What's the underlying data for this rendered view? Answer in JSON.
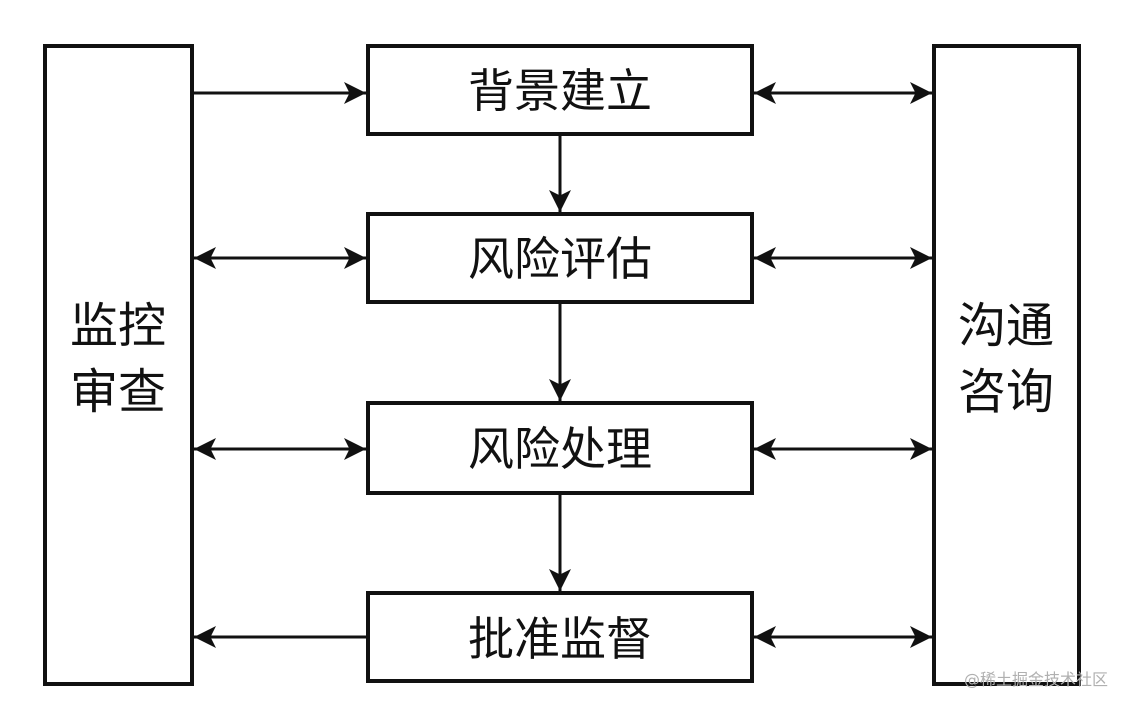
{
  "diagram": {
    "left_box": {
      "line1": "监控",
      "line2": "审查"
    },
    "right_box": {
      "line1": "沟通",
      "line2": "咨询"
    },
    "steps": [
      "背景建立",
      "风险评估",
      "风险处理",
      "批准监督"
    ]
  },
  "watermark": "@稀土掘金技术社区",
  "colors": {
    "line": "#111111",
    "background": "#ffffff",
    "watermark": "#b0b0b0"
  }
}
